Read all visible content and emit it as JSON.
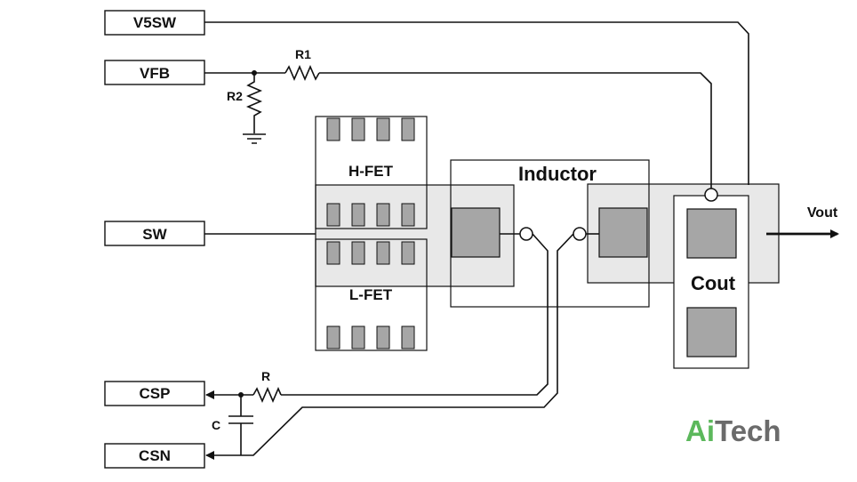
{
  "pins": {
    "v5sw": "V5SW",
    "vfb": "VFB",
    "sw": "SW",
    "csp": "CSP",
    "csn": "CSN"
  },
  "components": {
    "r1": "R1",
    "r2": "R2",
    "r": "R",
    "c": "C",
    "hfet": "H-FET",
    "lfet": "L-FET",
    "inductor": "Inductor",
    "cout": "Cout",
    "vout": "Vout"
  },
  "logo": {
    "prefix": "Ai",
    "suffix": "Tech",
    "color_prefix": "#5cb85c",
    "color_suffix": "#6b6b6b"
  },
  "colors": {
    "pad_fill": "#a6a6a6",
    "copper_fill": "#e8e8e8",
    "line": "#111111"
  }
}
